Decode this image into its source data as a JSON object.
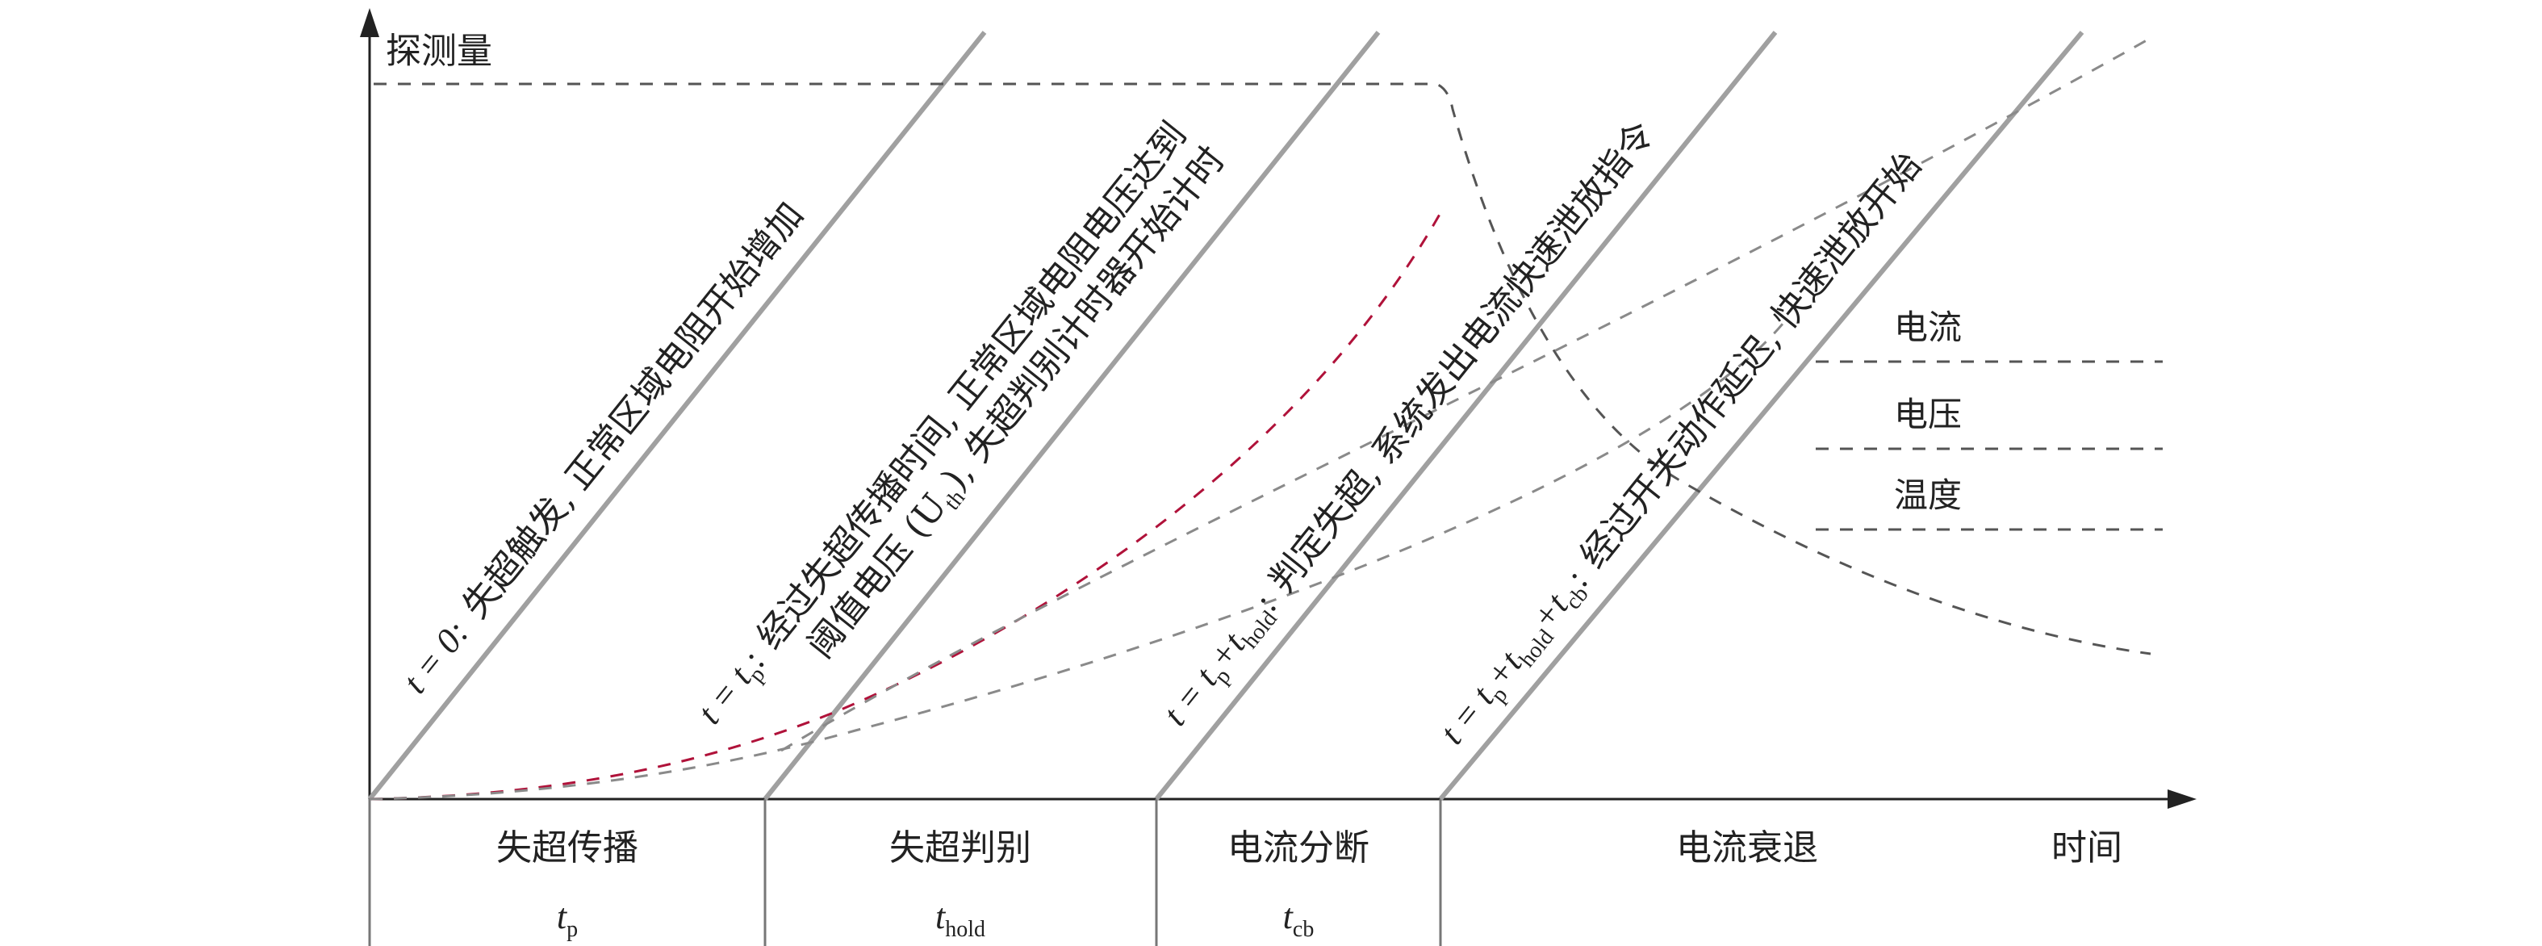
{
  "axis": {
    "y_label": "探测量",
    "x_label": "时间"
  },
  "legend": [
    {
      "key": "current",
      "label": "电流",
      "color": "#3b3b8e"
    },
    {
      "key": "voltage",
      "label": "电压",
      "color": "#b0123a"
    },
    {
      "key": "temperature",
      "label": "温度",
      "color": "#2e9d82"
    }
  ],
  "stages": [
    {
      "label": "失超传播",
      "sym": "t",
      "sub": "p"
    },
    {
      "label": "失超判别",
      "sym": "t",
      "sub": "hold"
    },
    {
      "label": "电流分断",
      "sym": "t",
      "sub": "cb"
    },
    {
      "label": "电流衰退",
      "sym": "",
      "sub": ""
    }
  ],
  "events": [
    {
      "math": "t = 0:",
      "text": "失超触发, 正常区域电阻开始增加"
    },
    {
      "math_parts": [
        "t = t",
        "p",
        ":"
      ],
      "text_line1": "经过失超传播时间, 正常区域电阻电压达到",
      "text_line2_pre": "阈值电压 (U",
      "text_line2_sub": "th",
      "text_line2_post": "), 失超判别计时器开始计时"
    },
    {
      "math_parts": [
        "t = t",
        "p",
        "+t",
        "hold",
        ":"
      ],
      "text": "判定失超, 系统发出电流快速泄放指令"
    },
    {
      "math_parts": [
        "t = t",
        "p",
        "+t",
        "hold",
        "+t",
        "cb",
        ":"
      ],
      "text": "经过开关动作延迟, 快速泄放开始"
    }
  ],
  "colors": {
    "stage_line": "#a0a0a0",
    "axis": "#222222",
    "dash_dark": "#555555",
    "dash_gray": "#8a8a8a",
    "dash_red": "#b0123a"
  }
}
